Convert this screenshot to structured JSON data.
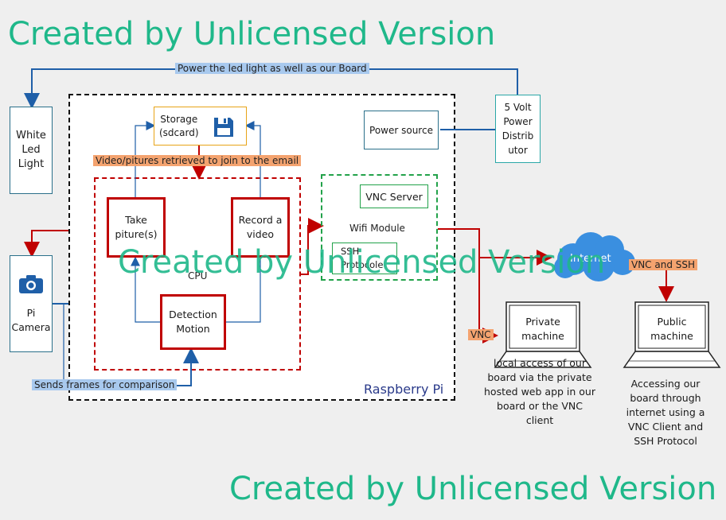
{
  "watermark": "Created by Unlicensed Version",
  "nodes": {
    "white_led": [
      "White",
      "Led",
      "Light"
    ],
    "pi_camera": [
      "Pi",
      "Camera"
    ],
    "storage": [
      "Storage",
      "(sdcard)"
    ],
    "power_source": "Power source",
    "distributor": [
      "5 Volt",
      "Power",
      "Distrib",
      "utor"
    ],
    "take_picture": [
      "Take",
      "piture(s)"
    ],
    "record_video": [
      "Record a",
      "video"
    ],
    "detection": [
      "Detection",
      "Motion"
    ],
    "cpu": "CPU",
    "vnc_server": "VNC Server",
    "wifi_module": "Wifi Module",
    "ssh": [
      "SSH",
      "Protocole"
    ],
    "raspberry_pi": "Raspberry Pi",
    "internet": "Internet",
    "private_machine": [
      "Private",
      "machine"
    ],
    "public_machine": [
      "Public",
      "machine"
    ]
  },
  "edge_labels": {
    "power": "Power the led light as well as our Board",
    "video_retrieved": "Video/pitures retrieved to join to the email",
    "frames": "Sends frames for comparison",
    "vnc": "VNC",
    "vnc_ssh": "VNC and SSH"
  },
  "captions": {
    "private": [
      "local access of our",
      "board via the private",
      "hosted web app in our",
      "board or the VNC",
      "client"
    ],
    "public": [
      "Accessing our",
      "board through",
      "internet using a",
      "VNC Client and",
      "SSH Protocol"
    ]
  },
  "colors": {
    "blue_line": "#1f5fa8",
    "red_line": "#c00000",
    "green": "#22a24a",
    "teal_border": "#2aa7a7",
    "storage_border": "#e8a317",
    "watermark": "#1fb88a"
  },
  "icons": [
    "floppy-disk-icon",
    "camera-icon",
    "cloud-icon",
    "laptop-icon"
  ]
}
